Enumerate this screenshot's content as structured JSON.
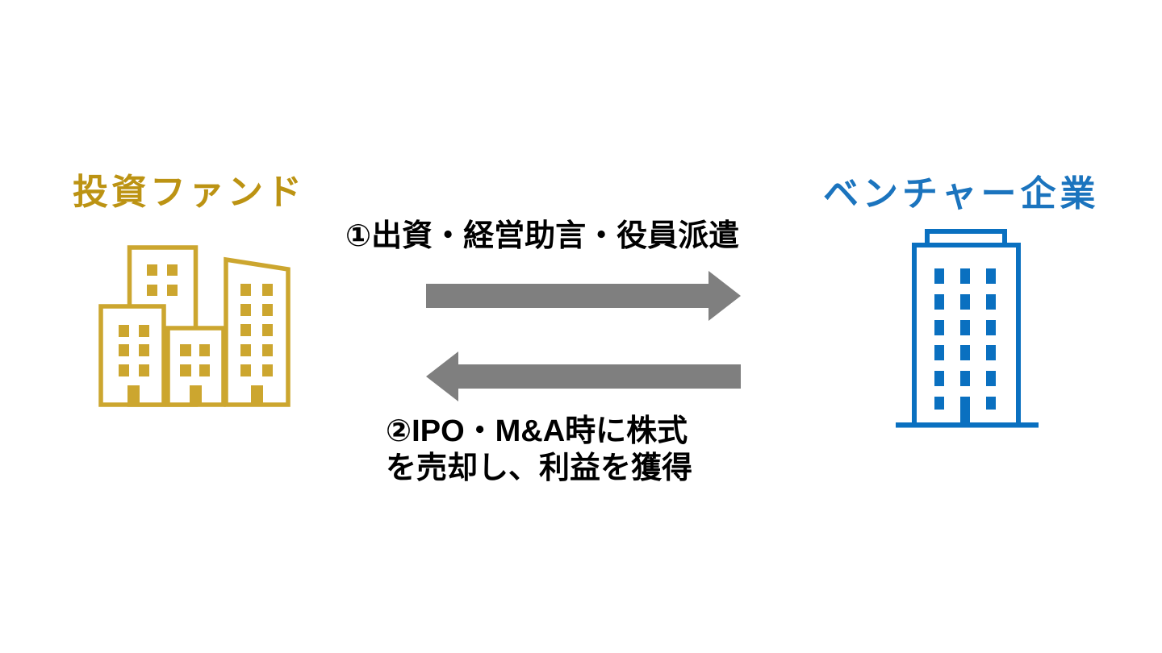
{
  "diagram": {
    "background_color": "#FFFFFF",
    "left_entity": {
      "label": "投資ファンド",
      "entity_type": "investment-fund",
      "label_color": "#BC9313",
      "icon": "city-buildings-icon",
      "icon_color": "#CCA62F"
    },
    "right_entity": {
      "label": "ベンチャー企業",
      "entity_type": "venture-company",
      "label_color": "#1B74BE",
      "icon": "office-building-icon",
      "icon_color": "#0A70C0"
    },
    "flows": {
      "flow_right": {
        "label": "①出資・経営助言・役員派遣",
        "direction": "left-to-right",
        "from": "投資ファンド",
        "to": "ベンチャー企業",
        "arrow_color": "#7F7F7F",
        "text_color": "#000000"
      },
      "flow_left": {
        "label_line1": "②IPO・M&A時に株式",
        "label_line2": "を売却し、利益を獲得",
        "direction": "right-to-left",
        "from": "ベンチャー企業",
        "to": "投資ファンド",
        "arrow_color": "#7F7F7F",
        "text_color": "#000000"
      }
    }
  }
}
